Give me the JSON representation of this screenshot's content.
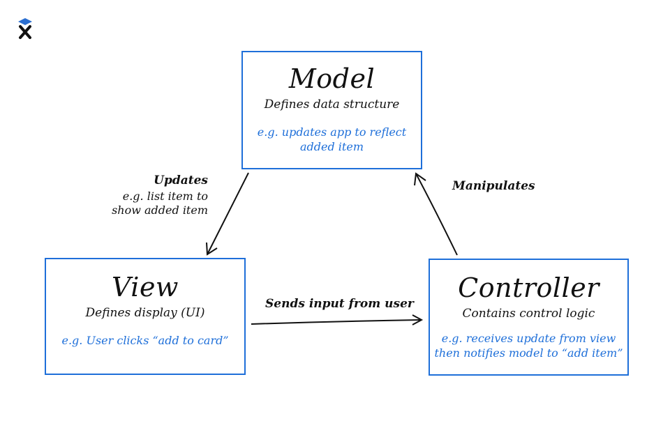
{
  "diagram": {
    "model": {
      "title": "Model",
      "description": "Defines data structure",
      "example_line1": "e.g. updates app to reflect",
      "example_line2": "added item"
    },
    "view": {
      "title": "View",
      "description": "Defines display (UI)",
      "example_line1": "e.g. User clicks “add to card”"
    },
    "controller": {
      "title": "Controller",
      "description": "Contains control logic",
      "example_line1": "e.g. receives update from view",
      "example_line2": "then notifies model to “add item”"
    },
    "edges": {
      "model_to_view": {
        "label": "Updates",
        "sub_line1": "e.g. list item to",
        "sub_line2": "show added item"
      },
      "view_to_controller": {
        "label": "Sends input from user"
      },
      "controller_to_model": {
        "label": "Manipulates"
      }
    },
    "colors": {
      "accent": "#1e6fd9",
      "text": "#111111",
      "logo_cap": "#2b6fd1"
    }
  }
}
